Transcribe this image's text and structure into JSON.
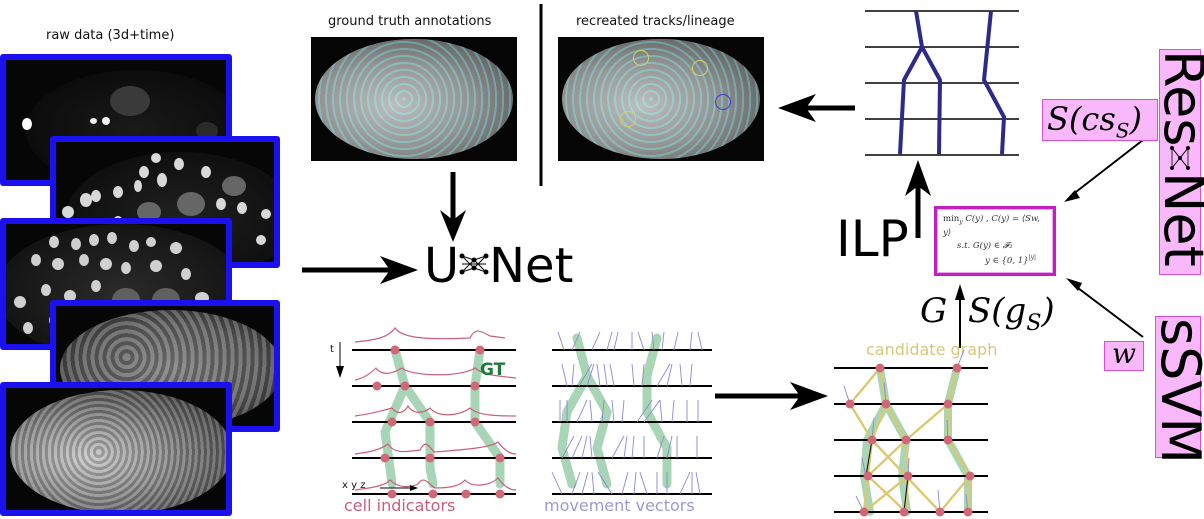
{
  "raw_data": {
    "label": "raw data (3d+time)",
    "frames": [
      {
        "index": 1,
        "density": "sparse"
      },
      {
        "index": 2,
        "density": "low"
      },
      {
        "index": 3,
        "density": "medium"
      },
      {
        "index": 4,
        "density": "high"
      },
      {
        "index": 5,
        "density": "very-high"
      }
    ],
    "frame_border_color": "#1a10f0"
  },
  "ground_truth": {
    "label": "ground truth annotations"
  },
  "recreated": {
    "label": "recreated tracks/lineage"
  },
  "unet": {
    "left": "U",
    "right": "Net"
  },
  "cell_indicators": {
    "label": "cell indicators",
    "axis_t": "t",
    "axis_xyz": "x y z",
    "gt_label": "GT",
    "label_color": "#c9607a",
    "gt_color": "#1f7a3a"
  },
  "movement_vectors": {
    "label": "movement vectors",
    "label_color": "#9a9ad6"
  },
  "candidate_graph": {
    "label": "candidate graph",
    "label_color": "#d6c77a"
  },
  "ilp": {
    "label": "ILP"
  },
  "scores": {
    "g_label": "G",
    "s_gs": "S(g",
    "s_gs_sub": "S",
    "s_gs_close": ")",
    "s_css": "S(cs",
    "s_css_sub": "S",
    "s_css_close": ")",
    "w": "w"
  },
  "optimization": {
    "line1_min": "min",
    "line1_sub": "y",
    "line1_rest": "C(y) , C(y) = ⟨Sw, y⟩",
    "line2": "s.t.   G(y) ∈ 𝓕₂",
    "line3": "y ∈ {0, 1}",
    "line3_sup": "|y|",
    "border_color": "#c020c0"
  },
  "resnet": {
    "left": "Res",
    "right": "Net"
  },
  "ssvm": {
    "label": "sSVM"
  },
  "colors": {
    "track_line": "#2e2a8a",
    "pink_fill": "#f9b8f9",
    "gt_band": "#9fd1ad",
    "node": "#d06878",
    "indicator_curve": "#c9607a",
    "vector": "#8a88d0",
    "candidate_edge": "#dcc870"
  }
}
